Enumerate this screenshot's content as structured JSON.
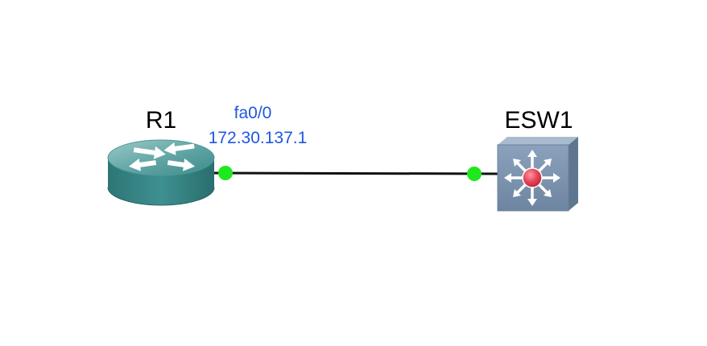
{
  "devices": {
    "router": {
      "name": "R1",
      "icon": "router-icon"
    },
    "switch": {
      "name": "ESW1",
      "icon": "switch-icon"
    }
  },
  "link": {
    "interface": "fa0/0",
    "ip": "172.30.137.1",
    "status": "up"
  },
  "colors": {
    "port_up": "#1ee81e",
    "label_blue": "#1d57e0",
    "link": "#111111",
    "router_body": "#3a8a8a",
    "switch_body": "#7b93ad",
    "switch_center": "#e8475a"
  }
}
